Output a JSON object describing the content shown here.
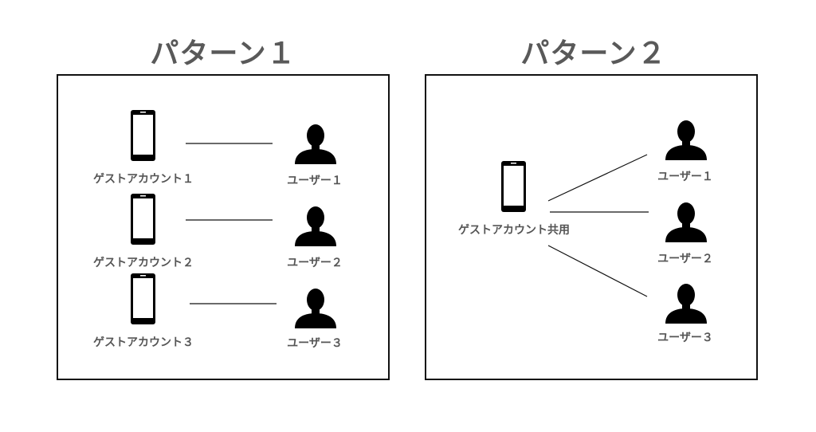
{
  "pattern1": {
    "title": "パターン１",
    "accounts": [
      "ゲストアカウント１",
      "ゲストアカウント２",
      "ゲストアカウント３"
    ],
    "users": [
      "ユーザー１",
      "ユーザー２",
      "ユーザー３"
    ]
  },
  "pattern2": {
    "title": "パターン２",
    "account": "ゲストアカウント共用",
    "users": [
      "ユーザー１",
      "ユーザー２",
      "ユーザー３"
    ]
  },
  "icons": {
    "device": "smartphone-icon",
    "user": "user-silhouette-icon"
  },
  "colors": {
    "border": "#111111",
    "text": "#555555",
    "icon": "#000000"
  }
}
